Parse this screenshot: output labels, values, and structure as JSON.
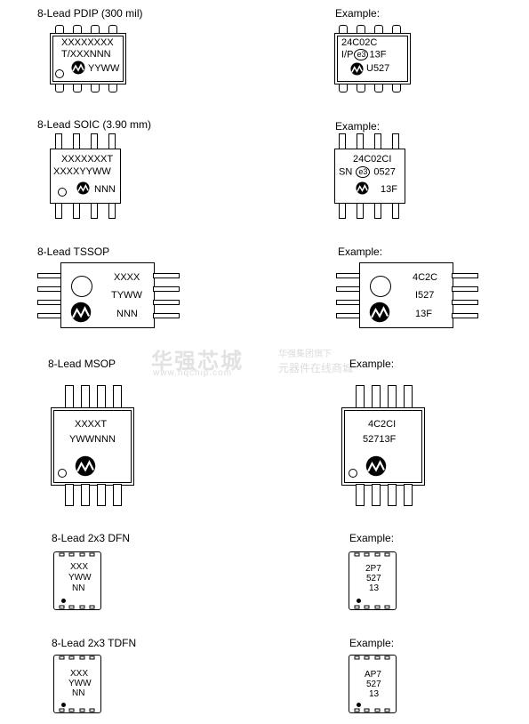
{
  "packages": [
    {
      "title": "8-Lead PDIP (300 mil)",
      "template_lines": [
        "XXXXXXXX",
        "T/XXXNNN",
        "YYWW"
      ],
      "example_label": "Example:",
      "example_lines": [
        "24C02C",
        "I/P",
        "e3",
        "13F",
        "U527"
      ]
    },
    {
      "title": "8-Lead SOIC (3.90 mm)",
      "template_lines": [
        "XXXXXXXT",
        "XXXXYYWW",
        "NNN"
      ],
      "example_label": "Example:",
      "example_lines": [
        "24C02CI",
        "SN",
        "e3",
        "0527",
        "13F"
      ]
    },
    {
      "title": "8-Lead TSSOP",
      "template_lines": [
        "XXXX",
        "TYWW",
        "NNN"
      ],
      "example_label": "Example:",
      "example_lines": [
        "4C2C",
        "I527",
        "13F"
      ]
    },
    {
      "title": "8-Lead MSOP",
      "template_lines": [
        "XXXXT",
        "YWWNNN"
      ],
      "example_label": "Example:",
      "example_lines": [
        "4C2CI",
        "52713F"
      ]
    },
    {
      "title": "8-Lead 2x3 DFN",
      "template_lines": [
        "XXX",
        "YWW",
        "NN"
      ],
      "example_label": "Example:",
      "example_lines": [
        "2P7",
        "527",
        "13"
      ]
    },
    {
      "title": "8-Lead 2x3 TDFN",
      "template_lines": [
        "XXX",
        "YWW",
        "NN"
      ],
      "example_label": "Example:",
      "example_lines": [
        "AP7",
        "527",
        "13"
      ]
    }
  ],
  "watermark": {
    "cn_name": "华强芯城",
    "url": "www.hqchip.com",
    "slogan_1": "华强集团旗下",
    "slogan_2": "元器件在线商城"
  }
}
